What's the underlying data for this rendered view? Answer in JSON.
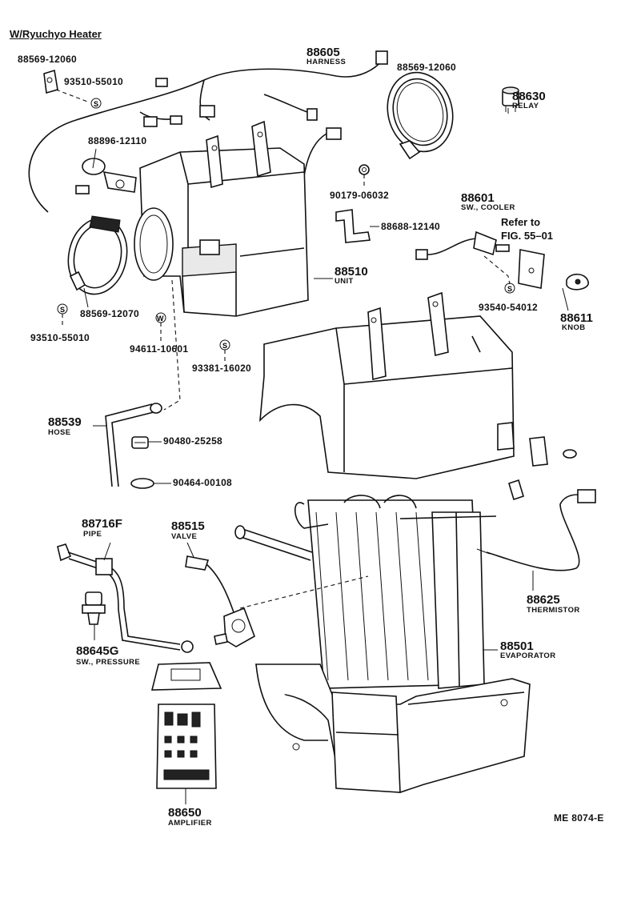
{
  "header": {
    "title": "W/Ryuchyo Heater"
  },
  "parts": [
    {
      "id": "p1",
      "number": "88569-12060"
    },
    {
      "id": "p2",
      "number": "93510-55010"
    },
    {
      "id": "p3",
      "number": "88605",
      "name": "HARNESS"
    },
    {
      "id": "p4",
      "number": "88569-12060"
    },
    {
      "id": "p5",
      "number": "88630",
      "name": "RELAY"
    },
    {
      "id": "p6",
      "number": "88896-12110"
    },
    {
      "id": "p7",
      "number": "90179-06032"
    },
    {
      "id": "p8",
      "number": "88601",
      "name": "SW., COOLER"
    },
    {
      "id": "p9",
      "number": "88688-12140"
    },
    {
      "id": "p10",
      "number": "88510",
      "name": "UNIT"
    },
    {
      "id": "p11",
      "number": "93540-54012"
    },
    {
      "id": "p12",
      "number": "88611",
      "name": "KNOB"
    },
    {
      "id": "p13",
      "number": "88569-12070"
    },
    {
      "id": "p14",
      "number": "93510-55010"
    },
    {
      "id": "p15",
      "number": "94611-10601"
    },
    {
      "id": "p16",
      "number": "93381-16020"
    },
    {
      "id": "p17",
      "number": "88539",
      "name": "HOSE"
    },
    {
      "id": "p18",
      "number": "90480-25258"
    },
    {
      "id": "p19",
      "number": "90464-00108"
    },
    {
      "id": "p20",
      "number": "88716F",
      "name": "PIPE"
    },
    {
      "id": "p21",
      "number": "88515",
      "name": "VALVE"
    },
    {
      "id": "p22",
      "number": "88625",
      "name": "THERMISTOR"
    },
    {
      "id": "p23",
      "number": "88645G",
      "name": "SW., PRESSURE"
    },
    {
      "id": "p24",
      "number": "88501",
      "name": "EVAPORATOR"
    },
    {
      "id": "p25",
      "number": "88650",
      "name": "AMPLIFIER"
    }
  ],
  "reference": {
    "line1": "Refer to",
    "line2": "FIG. 55–01"
  },
  "figure_code": "ME 8074-E"
}
